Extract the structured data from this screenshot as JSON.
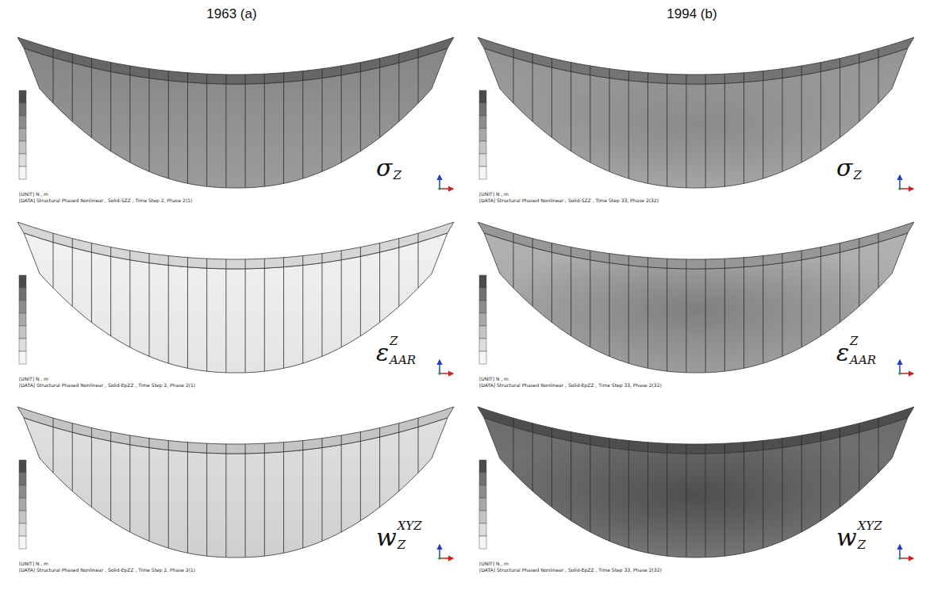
{
  "diagram": {
    "labels": [
      "1963 (a)",
      "1994 (b)",
      "[UNIT] N , m",
      "[DATA] Structural Phased Nonlinear , Solid-SZZ , Time Step 2, Phase 2(1)",
      "σ",
      "Z",
      "[UNIT] N , m",
      "[DATA] Structural Phased Nonlinear , Solid-SZZ , Time Step 33, Phase 2(32)",
      "σ",
      "Z",
      "[UNIT] N , m",
      "[DATA] Structural Phased Nonlinear , Solid-EpZZ , Time Step 2, Phase 2(1)",
      "ε",
      "Z",
      "AAR",
      "[UNIT] N , m",
      "[DATA] Structural Phased Nonlinear , Solid-EpZZ , Time Step 33, Phase 2(32)",
      "ε",
      "Z",
      "AAR",
      "[UNIT] N , m",
      "[DATA] Structural Phased Nonlinear , Solid-EpZZ , Time Step 2, Phase 2(1)",
      "w",
      "XYZ",
      "Z",
      "[UNIT] N , m",
      "[DATA] Structural Phased Nonlinear , Solid-EpZZ , Time Step 33, Phase 2(32)",
      "w",
      "XYZ",
      "Z"
    ]
  }
}
